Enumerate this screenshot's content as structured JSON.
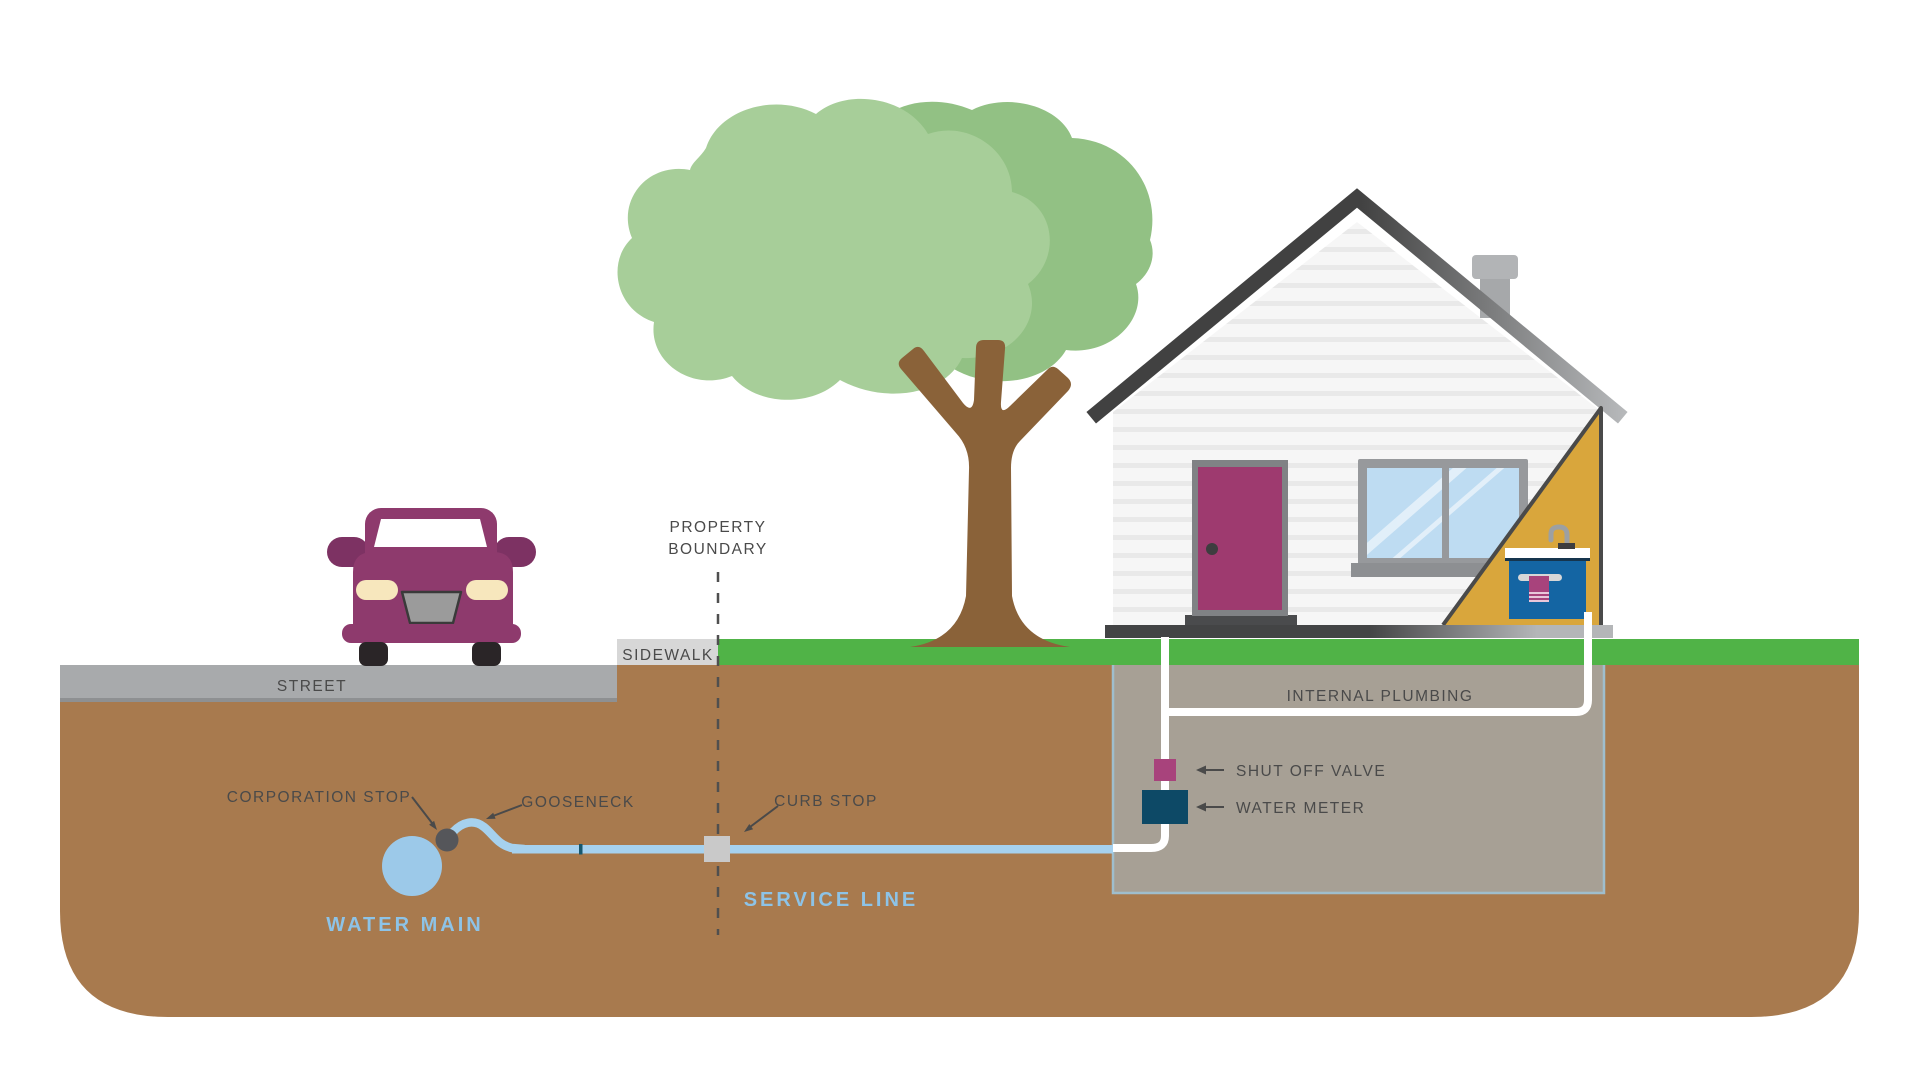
{
  "labels": {
    "street": "STREET",
    "sidewalk": "SIDEWALK",
    "property_boundary": {
      "line1": "PROPERTY",
      "line2": "BOUNDARY"
    },
    "corporation_stop": "CORPORATION STOP",
    "gooseneck": "GOOSENECK",
    "curb_stop": "CURB STOP",
    "water_main": "WATER MAIN",
    "service_line": "SERVICE LINE",
    "internal_plumbing": "INTERNAL PLUMBING",
    "shut_off_valve": "SHUT OFF VALVE",
    "water_meter": "WATER METER"
  },
  "palette": {
    "bg": "#ffffff",
    "dirt": "#a87a4e",
    "grass": "#50b347",
    "street": "#a8aaac",
    "streetEdge": "#8e9092",
    "sidewalk": "#d7d7d7",
    "label": "#4a4a4a",
    "boundary": "#4f4f4f",
    "waterPipe": "#a6d1ee",
    "waterMain": "#9cc9e9",
    "waterText": "#8dc3e7",
    "corpStop": "#55565a",
    "curbStop": "#c9c9c9",
    "pipeTick": "#17586e",
    "whitePipe": "#ffffff",
    "basement": "#a7a095",
    "basementBorder": "#9fbecd",
    "valve": "#a8437c",
    "meter": "#0d4966",
    "wall": "#f6f6f6",
    "siding": "#e9e9e9",
    "roofDark": "#414141",
    "roofLight": "#b8babc",
    "chimney": "#a6a8aa",
    "chimneyCap": "#b2b4b6",
    "doorFrame": "#808285",
    "door": "#9e3a6f",
    "knob": "#3d3d3f",
    "windowFrame": "#97999c",
    "glass": "#bedcf2",
    "sill": "#8d8f92",
    "cutaway": "#d9a63c",
    "cutawayEdge": "#4a4a4a",
    "sink": "#1465a3",
    "counter": "#ffffff",
    "counterEdge": "#16354e",
    "faucet": "#9da0a2",
    "towel": "#a8437c",
    "towelBar": "#d7d7d7",
    "porchDark": "#434445",
    "porchLight": "#b4b6b8",
    "threshold": "#4a4b4d",
    "carBody": "#8e3a6d",
    "carDark": "#7d3263",
    "headlight": "#f7e7bd",
    "grille": "#9b9b9b",
    "grilleEdge": "#3a3a3a",
    "wheel": "#2a2527",
    "canopyFront": "#a7ce99",
    "canopyBack": "#92c184",
    "trunk": "#8a6239"
  }
}
